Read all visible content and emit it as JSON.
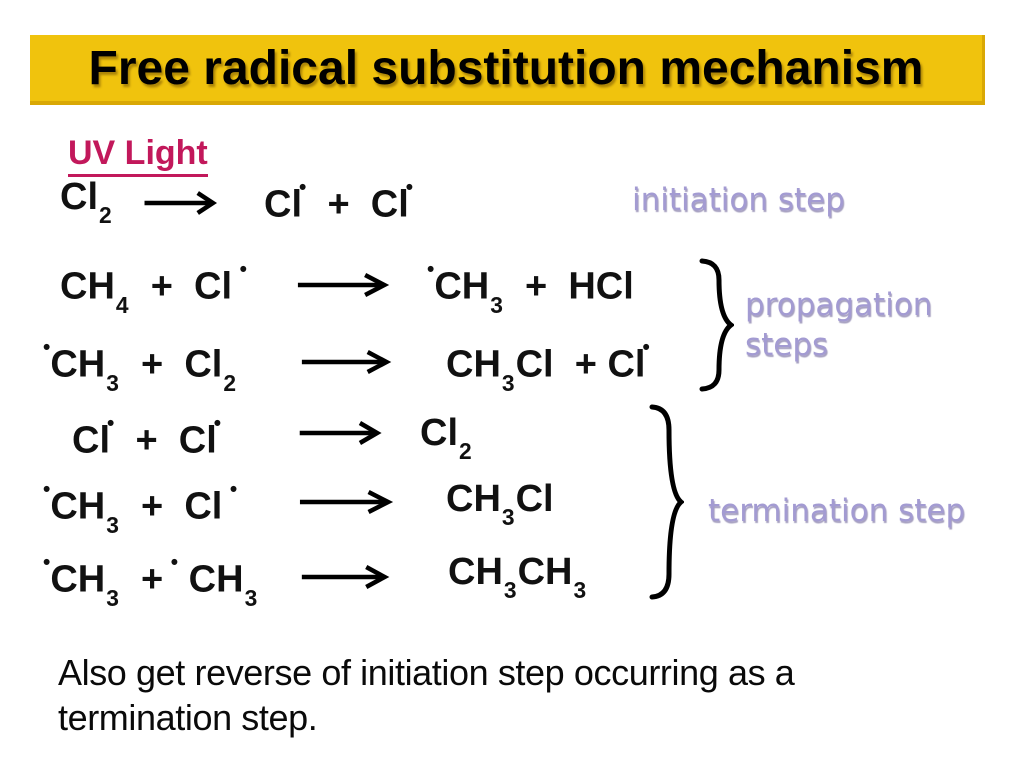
{
  "slide": {
    "title": {
      "text": "Free radical substitution mechanism",
      "banner_color": "#F0C30D",
      "text_color": "#000000"
    },
    "uv_label": {
      "text": "UV Light",
      "color": "#C2185B"
    },
    "step_labels": {
      "color": "#A39BD2",
      "initiation": "initiation step",
      "propagation_lines": [
        "propagation",
        "steps"
      ],
      "termination": "termination step"
    },
    "equations": {
      "initiation": {
        "reactants": "Cl_2",
        "products": "Cl^•  +  Cl^•"
      },
      "propagation1": {
        "reactants": "CH_4  +  Cl ^•",
        "products": "^•CH_3  +  HCl"
      },
      "propagation2": {
        "reactants": "^•CH_3  +  Cl_2",
        "products": "CH_3Cl  + Cl^•"
      },
      "termination1": {
        "reactants": "Cl^•  +  Cl^•",
        "products": "Cl_2"
      },
      "termination2": {
        "reactants": "^•CH_3  +  Cl ^•",
        "products": "CH_3Cl"
      },
      "termination3": {
        "reactants": "^•CH_3  + ^• CH_3",
        "products": "CH_3CH_3"
      }
    },
    "footer": {
      "text": "Also get reverse of initiation step occurring as a termination step."
    }
  }
}
